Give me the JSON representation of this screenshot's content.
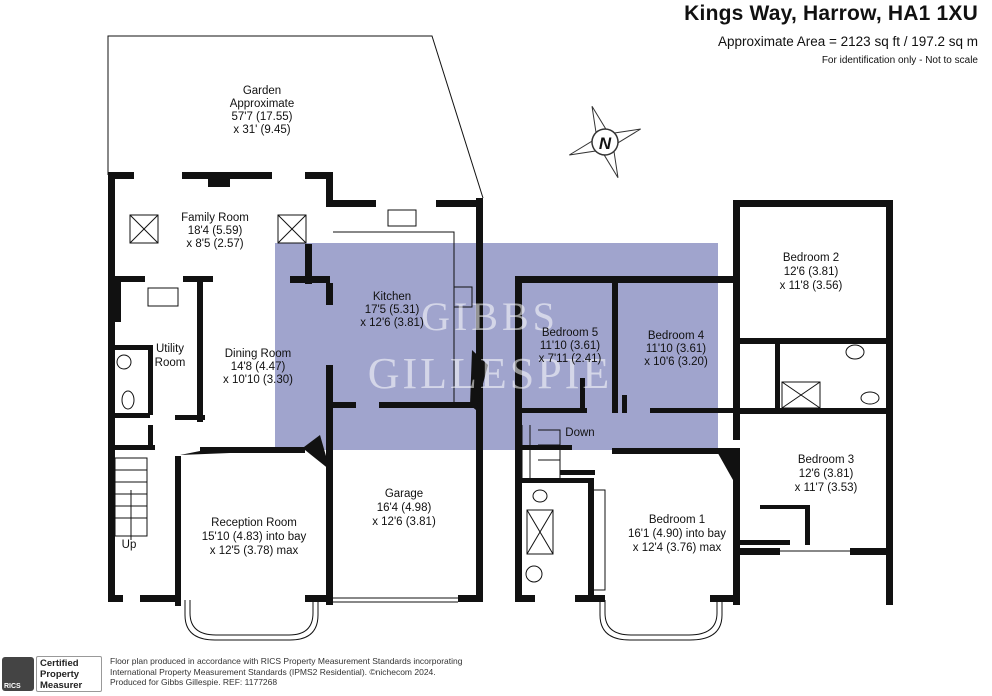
{
  "header": {
    "title": "Kings Way, Harrow, HA1 1XU",
    "area": "Approximate Area = 2123 sq ft / 197.2 sq m",
    "note": "For identification only - Not to scale"
  },
  "compass": {
    "label": "N",
    "icon": "compass-icon"
  },
  "watermark": {
    "line1": "GIBBS",
    "line2": "GILLESPIE",
    "color": "#8f94c4"
  },
  "rooms": {
    "garden": [
      "Garden",
      "Approximate",
      "57'7 (17.55)",
      "x 31' (9.45)"
    ],
    "family": [
      "Family Room",
      "18'4 (5.59)",
      "x 8'5 (2.57)"
    ],
    "kitchen": [
      "Kitchen",
      "17'5 (5.31)",
      "x 12'6 (3.81)"
    ],
    "utility": [
      "Utility",
      "Room"
    ],
    "dining": [
      "Dining Room",
      "14'8 (4.47)",
      "x 10'10 (3.30)"
    ],
    "reception": [
      "Reception Room",
      "15'10 (4.83) into bay",
      "x 12'5 (3.78) max"
    ],
    "garage": [
      "Garage",
      "16'4 (4.98)",
      "x 12'6 (3.81)"
    ],
    "bedroom5": [
      "Bedroom 5",
      "11'10 (3.61)",
      "x 7'11 (2.41)"
    ],
    "bedroom4": [
      "Bedroom 4",
      "11'10 (3.61)",
      "x 10'6 (3.20)"
    ],
    "bedroom2": [
      "Bedroom 2",
      "12'6 (3.81)",
      "x 11'8 (3.56)"
    ],
    "bedroom3": [
      "Bedroom 3",
      "12'6 (3.81)",
      "x 11'7 (3.53)"
    ],
    "bedroom1": [
      "Bedroom 1",
      "16'1 (4.90) into bay",
      "x 12'4 (3.76) max"
    ]
  },
  "stairs": {
    "up": "Up",
    "down": "Down"
  },
  "footer": {
    "badge": [
      "Certified",
      "Property",
      "Measurer"
    ],
    "rics": "RICS",
    "lines": [
      "Floor plan produced in accordance with RICS Property Measurement Standards incorporating",
      "International Property Measurement Standards (IPMS2 Residential).  ©nichecom 2024.",
      "Produced for Gibbs Gillespie.   REF: 1177268"
    ]
  }
}
